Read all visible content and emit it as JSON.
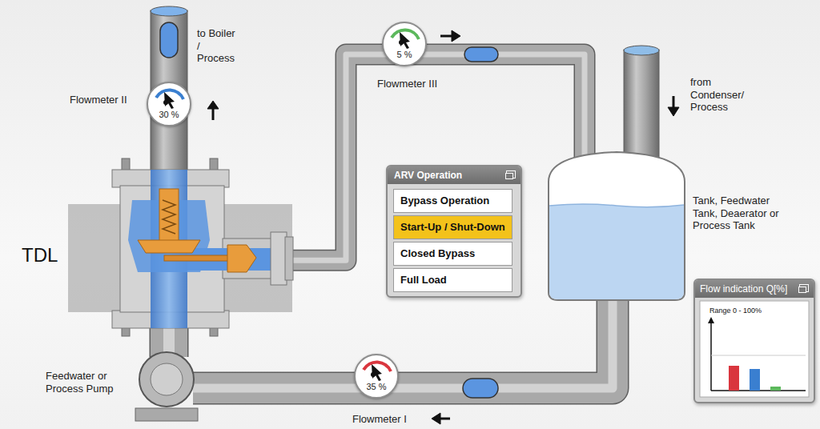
{
  "diagram": {
    "nodes": [
      {
        "text": [
          "Flowmeter II",
          "30 %"
        ]
      },
      {
        "text": [
          "Flowmeter III",
          "5 %"
        ]
      },
      {
        "text": [
          "TDL"
        ]
      },
      {
        "text": [
          "ARV Operation"
        ]
      },
      {
        "text": [
          "Bypass Operation"
        ],
        "in": 3
      },
      {
        "text": [
          "Start-Up / Shut-Down"
        ],
        "in": 3
      },
      {
        "text": [
          "Closed Bypass"
        ],
        "in": 3
      },
      {
        "text": [
          "Full Load"
        ],
        "in": 3
      },
      {
        "text": [
          "Tank, Feedwater Tank, Deaerator or Process Tank"
        ]
      },
      {
        "text": [
          "Flow indication Q[%]",
          "Range 0 - 100%"
        ]
      },
      {
        "text": [
          "Feedwater or Process Pump"
        ]
      },
      {
        "text": [
          "Flowmeter I",
          "35 %"
        ]
      }
    ],
    "edges": [
      {
        "from": 2,
        "to": 8,
        "arrow": "none"
      },
      {
        "from": 8,
        "to": 10,
        "arrow": "none"
      },
      {
        "from": 10,
        "to": 2,
        "arrow": "none"
      }
    ],
    "labels": [
      "to Boiler / Process",
      "from Condenser/ Process"
    ]
  }
}
